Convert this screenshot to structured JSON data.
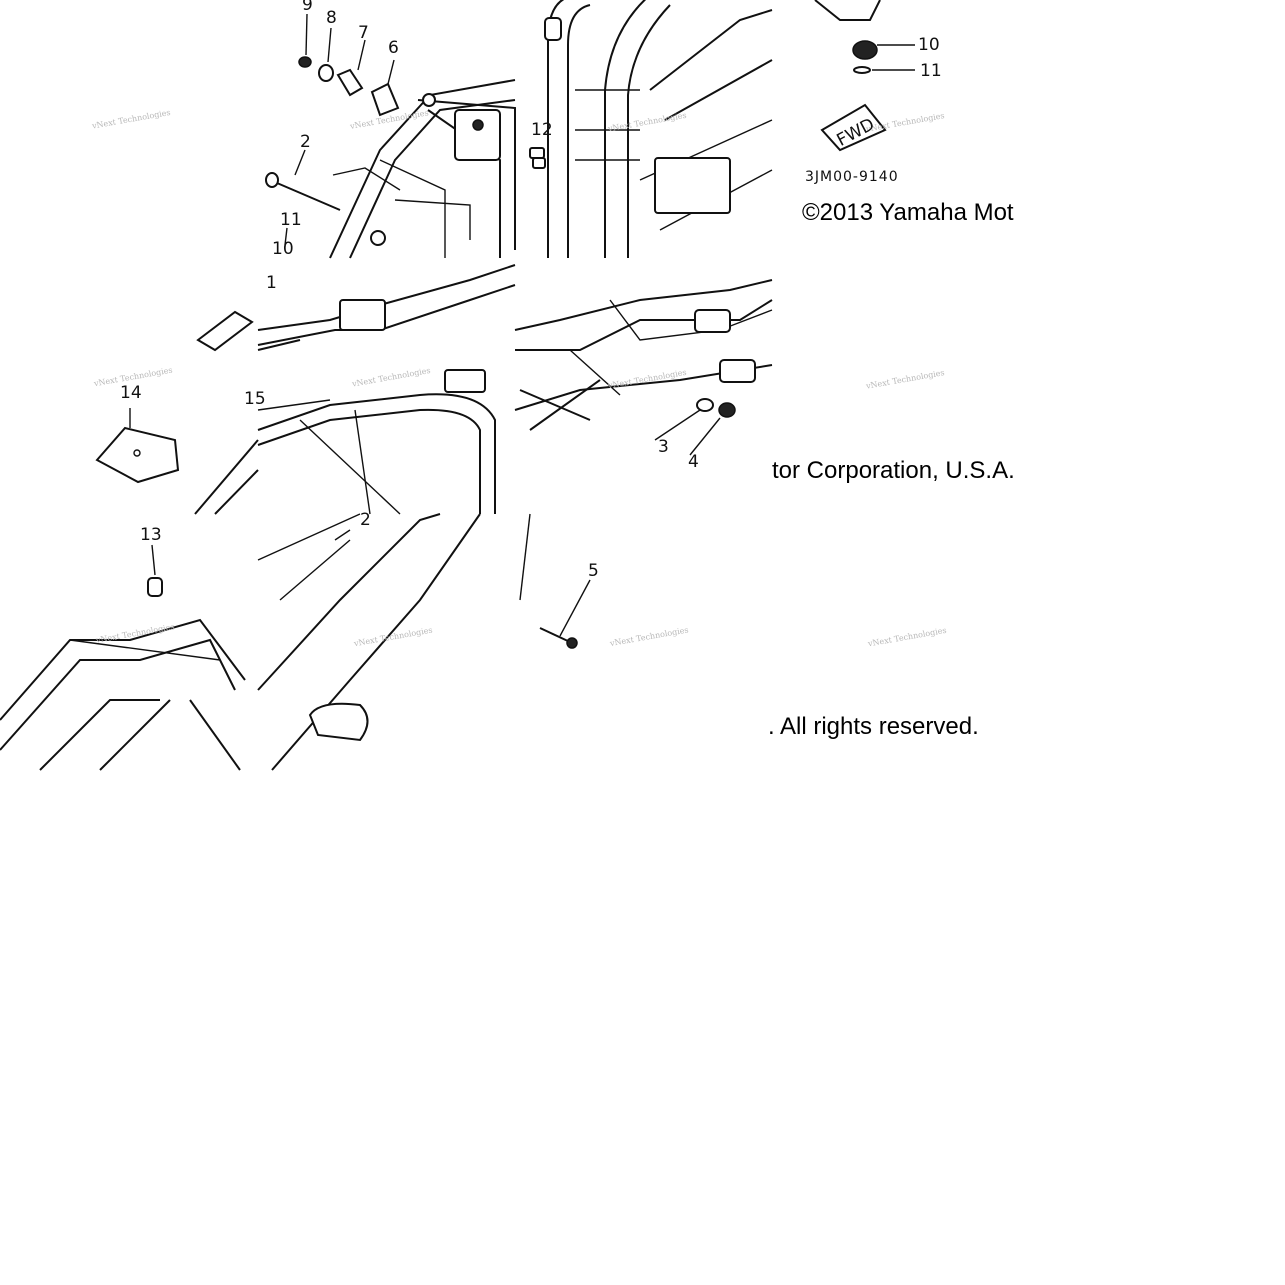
{
  "diagram": {
    "callouts": [
      {
        "id": "c9",
        "label": "9"
      },
      {
        "id": "c8",
        "label": "8"
      },
      {
        "id": "c7",
        "label": "7"
      },
      {
        "id": "c6",
        "label": "6"
      },
      {
        "id": "c2",
        "label": "2"
      },
      {
        "id": "c11a",
        "label": "11"
      },
      {
        "id": "c10a",
        "label": "10"
      },
      {
        "id": "c12",
        "label": "12"
      },
      {
        "id": "c10b",
        "label": "10"
      },
      {
        "id": "c11b",
        "label": "11"
      },
      {
        "id": "c1",
        "label": "1"
      },
      {
        "id": "c15",
        "label": "15"
      },
      {
        "id": "c14",
        "label": "14"
      },
      {
        "id": "c3",
        "label": "3"
      },
      {
        "id": "c4",
        "label": "4"
      },
      {
        "id": "c13",
        "label": "13"
      },
      {
        "id": "c2b",
        "label": "2"
      },
      {
        "id": "c5",
        "label": "5"
      }
    ],
    "fwd_label": "FWD",
    "part_code": "3JM00-9140",
    "watermark": "vNext Technologies",
    "copyright_parts": [
      "©2013 Yamaha Mot",
      "tor Corporation, U.S.A.",
      ". All rights reserved."
    ]
  }
}
